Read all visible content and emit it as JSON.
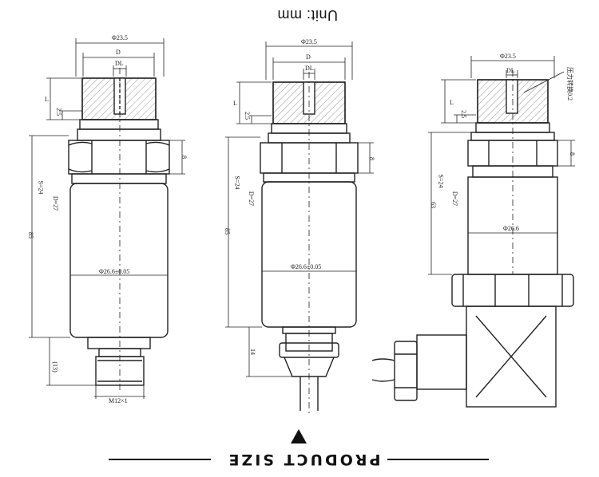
{
  "unit_label": "Unit: mm",
  "footer": {
    "title": "PRODUCT SIZE"
  },
  "drawings": {
    "left": {
      "dia_total": "Φ23.5",
      "dia_d": "D",
      "dia_dl": "DL",
      "dim_l": "L",
      "dim_25": "2.5",
      "dim_8": "8",
      "hex_s": "S=24",
      "hex_d": "D=27",
      "length": "85",
      "body_dia": "Φ26.6±0.05",
      "thread_len": "(13)",
      "thread": "M12×1"
    },
    "middle": {
      "dia_total": "Φ23.5",
      "dia_d": "D",
      "dia_dl": "DL",
      "dim_l": "L",
      "dim_25": "2.5",
      "dim_8": "8",
      "hex_s": "S=24",
      "hex_d": "D=27",
      "length": "85",
      "body_dia": "Φ26.6±0.05",
      "gland_len": "14"
    },
    "right": {
      "dia_total": "Φ23.5",
      "dia_dl": "DL",
      "note": "压力转换0.2",
      "dim_l": "L",
      "dim_25": "2.5",
      "dim_8": "8",
      "hex_s": "S=24",
      "hex_d": "D=27",
      "length": "63",
      "body_dia": "Φ26.6"
    }
  }
}
